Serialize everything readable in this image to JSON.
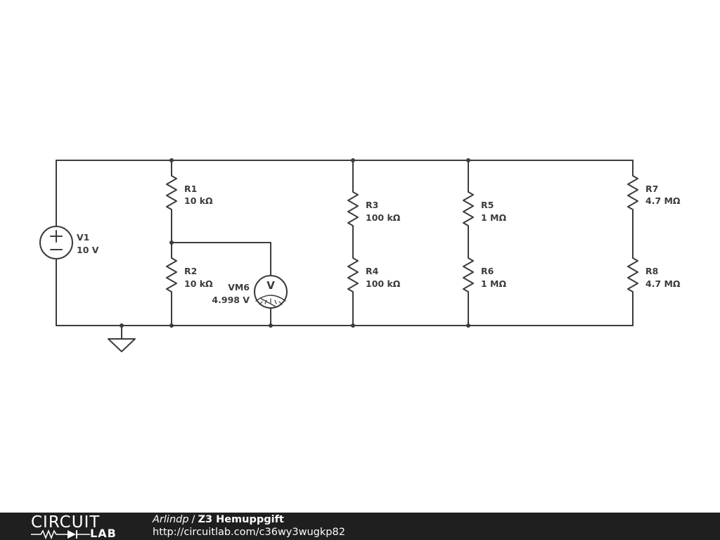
{
  "schematic": {
    "components": [
      {
        "ref": "V1",
        "value": "10 V",
        "kind": "voltage-source"
      },
      {
        "ref": "R1",
        "value": "10 kΩ",
        "kind": "resistor"
      },
      {
        "ref": "R2",
        "value": "10 kΩ",
        "kind": "resistor"
      },
      {
        "ref": "VM6",
        "value": "4.998 V",
        "kind": "voltmeter",
        "symbol": "V"
      },
      {
        "ref": "R3",
        "value": "100 kΩ",
        "kind": "resistor"
      },
      {
        "ref": "R4",
        "value": "100 kΩ",
        "kind": "resistor"
      },
      {
        "ref": "R5",
        "value": "1 MΩ",
        "kind": "resistor"
      },
      {
        "ref": "R6",
        "value": "1 MΩ",
        "kind": "resistor"
      },
      {
        "ref": "R7",
        "value": "4.7 MΩ",
        "kind": "resistor"
      },
      {
        "ref": "R8",
        "value": "4.7 MΩ",
        "kind": "resistor"
      }
    ]
  },
  "footer": {
    "logo_top": "CIRCUIT",
    "logo_bottom": "LAB",
    "author": "Arlindp",
    "separator": "/",
    "title": "Z3 Hemuppgift",
    "url": "http://circuitlab.com/c36wy3wugkp82"
  },
  "colors": {
    "wire": "#3c3c3c",
    "footer_bg": "#1f1f1f",
    "footer_text": "#ffffff"
  }
}
